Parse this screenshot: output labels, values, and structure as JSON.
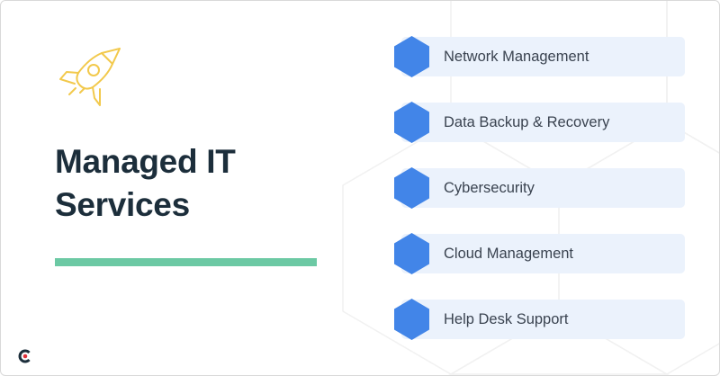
{
  "title_line1": "Managed IT",
  "title_line2": "Services",
  "colors": {
    "title": "#1c2e3b",
    "accent_bar": "#6cc9a4",
    "rocket": "#f2c94c",
    "hexagon": "#4285e8",
    "item_bg": "#ebf2fc",
    "item_text": "#3a4350",
    "brand_dark": "#1c2e3b",
    "brand_dot": "#e0303a"
  },
  "icons": {
    "hero": "rocket-icon",
    "bullet": "hexagon-icon",
    "brand": "brand-logo-icon"
  },
  "services": [
    {
      "label": "Network Management"
    },
    {
      "label": "Data Backup & Recovery"
    },
    {
      "label": "Cybersecurity"
    },
    {
      "label": "Cloud Management"
    },
    {
      "label": "Help Desk Support"
    }
  ]
}
